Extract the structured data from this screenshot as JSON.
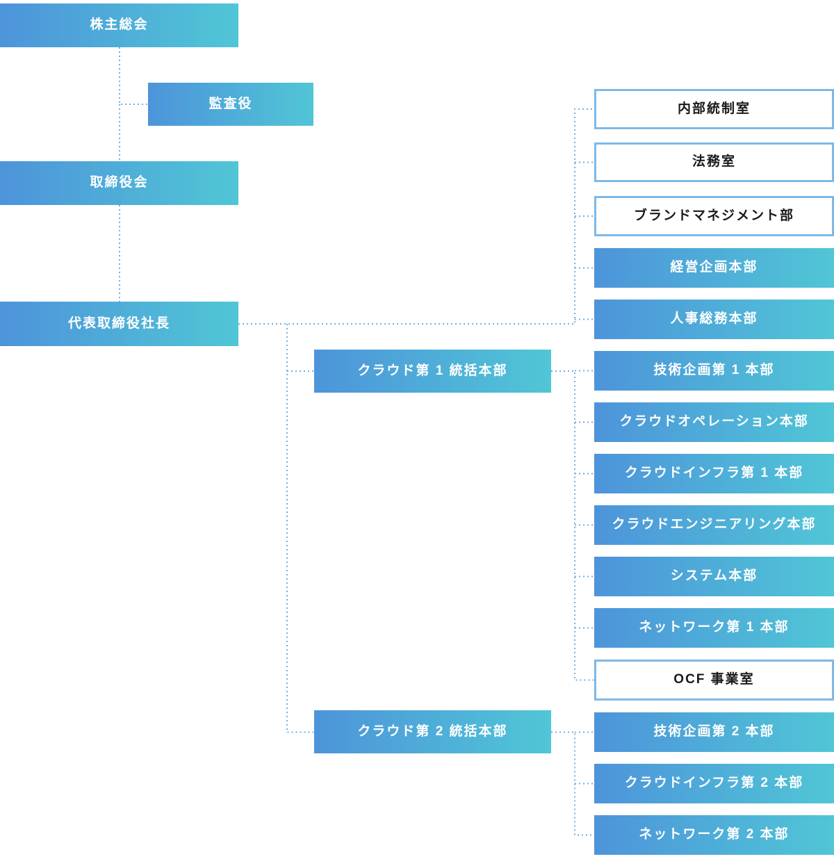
{
  "org_chart": {
    "colors": {
      "gradient_start": "#4D94DA",
      "gradient_end": "#50C6D6",
      "outlined_border": "#7EB9E6",
      "connector": "#74ACDF",
      "filled_text": "#FFFFFF",
      "outlined_text": "#1A1A1A"
    },
    "nodes": {
      "shareholders_meeting": {
        "label": "株主総会",
        "variant": "filled"
      },
      "auditor": {
        "label": "監査役",
        "variant": "filled"
      },
      "board_of_directors": {
        "label": "取締役会",
        "variant": "filled"
      },
      "president": {
        "label": "代表取締役社長",
        "variant": "filled"
      },
      "internal_control_office": {
        "label": "内部統制室",
        "variant": "outlined"
      },
      "legal_office": {
        "label": "法務室",
        "variant": "outlined"
      },
      "brand_management_dept": {
        "label": "ブランドマネジメント部",
        "variant": "outlined"
      },
      "corporate_planning_hq": {
        "label": "経営企画本部",
        "variant": "filled"
      },
      "hr_general_affairs_hq": {
        "label": "人事総務本部",
        "variant": "filled"
      },
      "cloud_1_general_hq": {
        "label": "クラウド第 1 統括本部",
        "variant": "filled"
      },
      "tech_planning_1_hq": {
        "label": "技術企画第 1 本部",
        "variant": "filled"
      },
      "cloud_operations_hq": {
        "label": "クラウドオペレーション本部",
        "variant": "filled"
      },
      "cloud_infra_1_hq": {
        "label": "クラウドインフラ第 1 本部",
        "variant": "filled"
      },
      "cloud_engineering_hq": {
        "label": "クラウドエンジニアリング本部",
        "variant": "filled"
      },
      "system_hq": {
        "label": "システム本部",
        "variant": "filled"
      },
      "network_1_hq": {
        "label": "ネットワーク第 1 本部",
        "variant": "filled"
      },
      "ocf_business_office": {
        "label": "OCF 事業室",
        "variant": "outlined"
      },
      "cloud_2_general_hq": {
        "label": "クラウド第 2 統括本部",
        "variant": "filled"
      },
      "tech_planning_2_hq": {
        "label": "技術企画第 2 本部",
        "variant": "filled"
      },
      "cloud_infra_2_hq": {
        "label": "クラウドインフラ第 2 本部",
        "variant": "filled"
      },
      "network_2_hq": {
        "label": "ネットワーク第 2 本部",
        "variant": "filled"
      }
    },
    "edges": [
      {
        "from": "shareholders_meeting",
        "to": "auditor"
      },
      {
        "from": "shareholders_meeting",
        "to": "board_of_directors"
      },
      {
        "from": "board_of_directors",
        "to": "president"
      },
      {
        "from": "president",
        "to": "internal_control_office"
      },
      {
        "from": "president",
        "to": "legal_office"
      },
      {
        "from": "president",
        "to": "brand_management_dept"
      },
      {
        "from": "president",
        "to": "corporate_planning_hq"
      },
      {
        "from": "president",
        "to": "hr_general_affairs_hq"
      },
      {
        "from": "president",
        "to": "cloud_1_general_hq"
      },
      {
        "from": "president",
        "to": "cloud_2_general_hq"
      },
      {
        "from": "cloud_1_general_hq",
        "to": "tech_planning_1_hq"
      },
      {
        "from": "cloud_1_general_hq",
        "to": "cloud_operations_hq"
      },
      {
        "from": "cloud_1_general_hq",
        "to": "cloud_infra_1_hq"
      },
      {
        "from": "cloud_1_general_hq",
        "to": "cloud_engineering_hq"
      },
      {
        "from": "cloud_1_general_hq",
        "to": "system_hq"
      },
      {
        "from": "cloud_1_general_hq",
        "to": "network_1_hq"
      },
      {
        "from": "cloud_1_general_hq",
        "to": "ocf_business_office"
      },
      {
        "from": "cloud_2_general_hq",
        "to": "tech_planning_2_hq"
      },
      {
        "from": "cloud_2_general_hq",
        "to": "cloud_infra_2_hq"
      },
      {
        "from": "cloud_2_general_hq",
        "to": "network_2_hq"
      }
    ]
  }
}
